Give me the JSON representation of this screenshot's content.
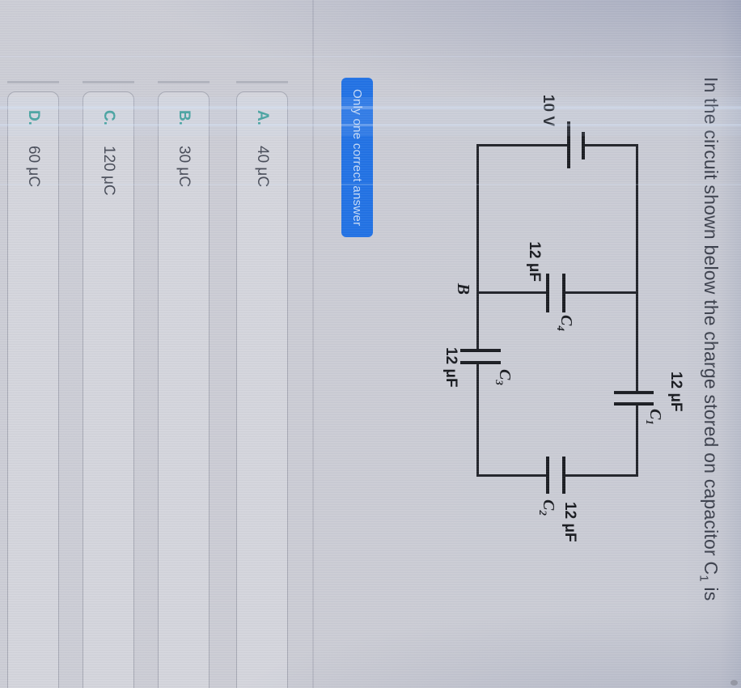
{
  "question": {
    "part1": "In the circuit shown below the charge stored on capacitor ",
    "cap": "C",
    "sub": "1",
    "part2": " is"
  },
  "badge": {
    "label": "Only one correct answer"
  },
  "options": [
    {
      "letter": "A.",
      "value": "40 μC"
    },
    {
      "letter": "B.",
      "value": "30 μC"
    },
    {
      "letter": "C.",
      "value": "120 μC"
    },
    {
      "letter": "D.",
      "value": "60 μC"
    }
  ],
  "circuit": {
    "battery_label": "10 V",
    "node_label": "B",
    "capacitors": {
      "c1": {
        "sym": "C",
        "sub": "1",
        "value": "12 μF"
      },
      "c2": {
        "sym": "C",
        "sub": "2",
        "value": "12 μF"
      },
      "c3": {
        "sym": "C",
        "sub": "3",
        "value": "12 μF"
      },
      "c4": {
        "sym": "C",
        "sub": "4",
        "value": "12 μF"
      }
    }
  },
  "colors": {
    "badge_blue": "#2272e4",
    "option_letter_teal": "#3d9e98",
    "circuit_ink": "#1e2127",
    "text_dark": "#3c404c",
    "screen_bg": "#c9cbd4"
  },
  "orientation_note": "screen photographed rotated 90 degrees clockwise"
}
